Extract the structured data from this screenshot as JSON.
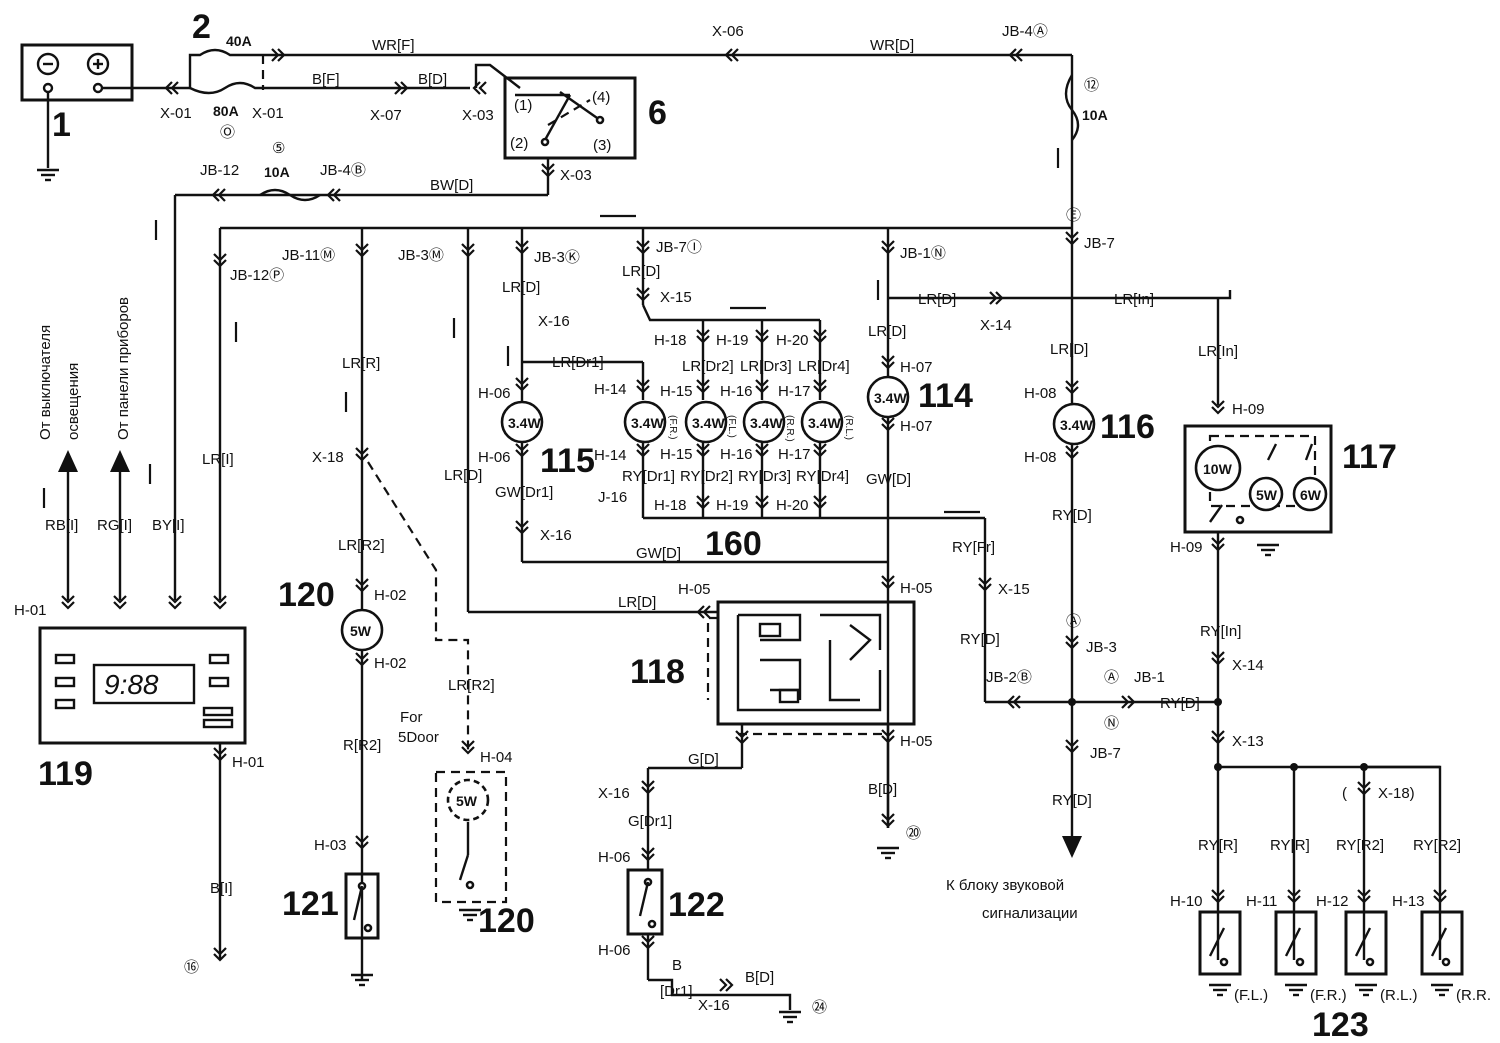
{
  "component_numbers": {
    "c1": "1",
    "c2": "2",
    "c6": "6",
    "c114": "114",
    "c115": "115",
    "c116": "116",
    "c117": "117",
    "c118": "118",
    "c119": "119",
    "c120a": "120",
    "c120b": "120",
    "c121": "121",
    "c122": "122",
    "c123": "123",
    "c160": "160"
  },
  "fuses": {
    "f40": "40A",
    "f80": "80A",
    "f10a": "10A",
    "f10b": "10A",
    "fuse5": "⑤",
    "fuse12": "⑫",
    "fuseO": "Ⓞ"
  },
  "lamps": {
    "l115": "3.4W",
    "l160a": "3.4W",
    "l160b": "3.4W",
    "l160c": "3.4W",
    "l160d": "3.4W",
    "l114": "3.4W",
    "l116": "3.4W",
    "l120a": "5W",
    "l120b": "5W",
    "l117a": "10W",
    "l117b": "5W",
    "l117c": "6W"
  },
  "switch6": {
    "p1": "(1)",
    "p2": "(2)",
    "p3": "(3)",
    "p4": "(4)"
  },
  "wires": {
    "wrf": "WR[F]",
    "wrd": "WR[D]",
    "bf": "B[F]",
    "bd1": "B[D]",
    "bwd": "BW[D]",
    "lri_left": "LR[I]",
    "rbi": "RB[I]",
    "rgi": "RG[I]",
    "byi": "BY[I]",
    "bi": "B[I]",
    "lrr": "LR[R]",
    "lrr2a": "LR[R2]",
    "lrr2b": "LR[R2]",
    "rr2": "R[R2]",
    "lrd_a": "LR[D]",
    "lrd_b": "LR[D]",
    "lrd_c": "LR[D]",
    "lrd_d": "LR[D]",
    "lrd_e": "LR[D]",
    "lrd_f": "LR[D]",
    "lrd_g": "LR[D]",
    "lrdr1": "LR[Dr1]",
    "lrdr2": "LR[Dr2]",
    "lrdr3": "LR[Dr3]",
    "lrdr4": "LR[Dr4]",
    "rydr1": "RY[Dr1]",
    "rydr2": "RY[Dr2]",
    "rydr3": "RY[Dr3]",
    "rydr4": "RY[Dr4]",
    "gwdr1": "GW[Dr1]",
    "gwd1": "GW[D]",
    "gwd2": "GW[D]",
    "lrin1": "LR[In]",
    "lrin2": "LR[In]",
    "ryd1": "RY[D]",
    "ryd2": "RY[D]",
    "ryd3": "RY[D]",
    "ryd4": "RY[D]",
    "ryfr": "RY[Fr]",
    "ryin": "RY[In]",
    "gd": "G[D]",
    "gdr1": "G[Dr1]",
    "b": "B",
    "dr1": "[Dr1]",
    "bd2": "B[D]",
    "bd3": "B[D]",
    "ryr1": "RY[R]",
    "ryr2": "RY[R]",
    "ryr2a": "RY[R2]",
    "ryr2b": "RY[R2]"
  },
  "connectors": {
    "x01a": "X-01",
    "x01b": "X-01",
    "x07": "X-07",
    "x03a": "X-03",
    "x03b": "X-03",
    "x06": "X-06",
    "jb4a": "JB-4Ⓐ",
    "jb12a": "JB-12",
    "jb4b": "JB-4Ⓑ",
    "jb12p": "JB-12Ⓟ",
    "jb11m": "JB-11Ⓜ",
    "jb3m": "JB-3Ⓜ",
    "jb3k": "JB-3Ⓚ",
    "jb7i": "JB-7Ⓘ",
    "jb1n": "JB-1Ⓝ",
    "jb7e": "JB-7",
    "e": "Ⓔ",
    "x15a": "X-15",
    "x16a": "X-16",
    "x16b": "X-16",
    "x16c": "X-16",
    "x16d": "X-16",
    "x14a": "X-14",
    "x14b": "X-14",
    "x18a": "X-18",
    "x18b": "X-18)",
    "x18paren": "(",
    "x15b": "X-15",
    "x13": "X-13",
    "h01a": "H-01",
    "h01b": "H-01",
    "h02a": "H-02",
    "h02b": "H-02",
    "h03": "H-03",
    "h04": "H-04",
    "h05a": "H-05",
    "h05b": "H-05",
    "h05c": "H-05",
    "h06a": "H-06",
    "h06b": "H-06",
    "h06c": "H-06",
    "h06d": "H-06",
    "h07a": "H-07",
    "h07b": "H-07",
    "h08a": "H-08",
    "h08b": "H-08",
    "h09a": "H-09",
    "h09b": "H-09",
    "h10": "H-10",
    "h11": "H-11",
    "h12": "H-12",
    "h13": "H-13",
    "h14a": "H-14",
    "h14b": "H-14",
    "h15a": "H-15",
    "h15b": "H-15",
    "h16a": "H-16",
    "h16b": "H-16",
    "h17a": "H-17",
    "h17b": "H-17",
    "h18a": "H-18",
    "h18b": "H-18",
    "h19a": "H-19",
    "h19b": "H-19",
    "h20a": "H-20",
    "h20b": "H-20",
    "j16": "J-16",
    "jb3a": "JB-3",
    "jb1a": "JB-1",
    "jb2b": "JB-2Ⓑ",
    "jb7n": "JB-7",
    "circA1": "Ⓐ",
    "circA2": "Ⓐ",
    "circN": "Ⓝ"
  },
  "grounds": {
    "g16": "⑯",
    "g20": "⑳",
    "g24": "㉔"
  },
  "positions": {
    "fl": "(F.L.)",
    "fr": "(F.R.)",
    "rl": "(R.L.)",
    "rr": "(R.R.",
    "lampfr": "(F.R.)",
    "lampfl": "(F.L.)",
    "lamprr": "(R.R.)",
    "lamprl": "(R.L.)"
  },
  "notes": {
    "for5door_1": "For",
    "for5door_2": "5Door",
    "ru_switch_1": "От выключателя",
    "ru_switch_2": "освещения",
    "ru_panel": "От панели приборов",
    "ru_alarm_1": "К блоку звуковой",
    "ru_alarm_2": "сигнализации",
    "clock": "9:88"
  }
}
